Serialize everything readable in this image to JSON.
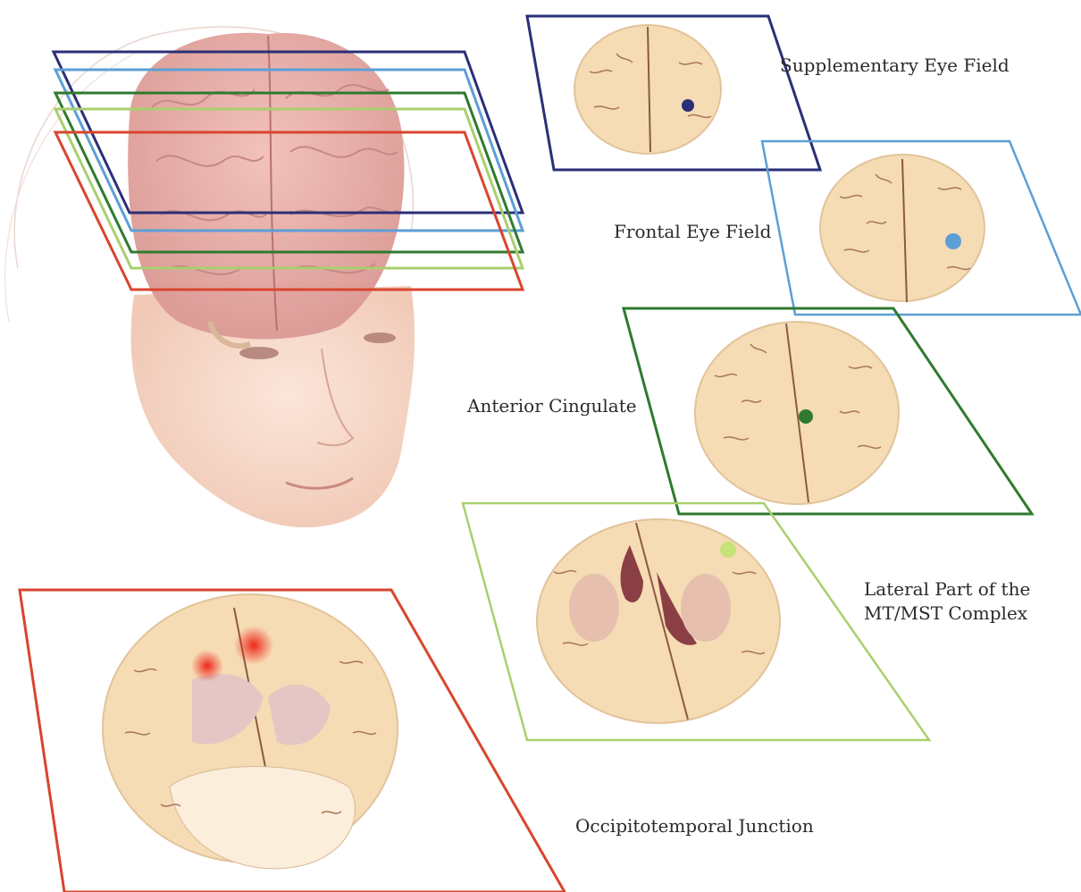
{
  "colors": {
    "supplementary_eye_field": "#2b2f78",
    "frontal_eye_field": "#5c9fd6",
    "anterior_cingulate": "#2f7a2f",
    "mt_mst": "#a9cf6e",
    "occipitotemporal": "#d9452e",
    "brain_tissue": "#f5dcb4",
    "sulcus": "#8a5a44",
    "skin": "#f6d7c6",
    "brain_surface": "#e8a8a0"
  },
  "labels": {
    "supplementary_eye_field": "Supplementary Eye Field",
    "frontal_eye_field": "Frontal Eye Field",
    "anterior_cingulate": "Anterior Cingulate",
    "mt_mst_line1": "Lateral Part of the",
    "mt_mst_line2": "MT/MST Complex",
    "occipitotemporal_junction": "Occipitotemporal Junction"
  }
}
